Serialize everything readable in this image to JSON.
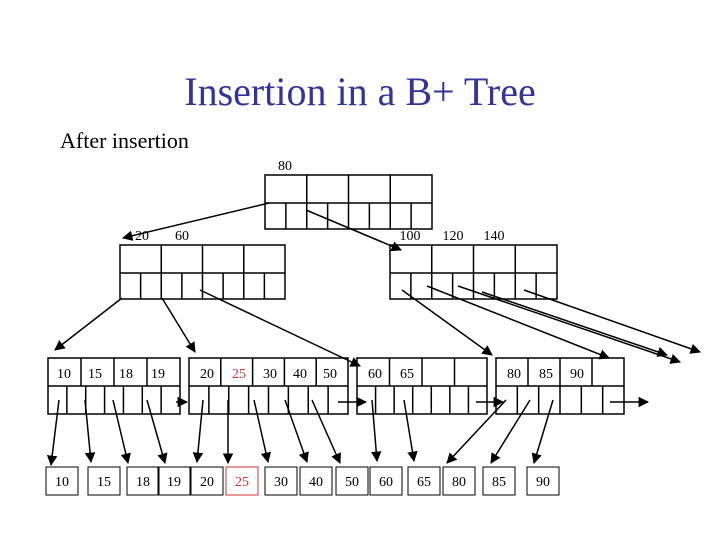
{
  "title": "Insertion in a B+ Tree",
  "subtitle": "After insertion",
  "colors": {
    "title": "#333399",
    "highlight": "#cc3333",
    "line": "#000000"
  },
  "tree": {
    "root": {
      "keys": [
        "80"
      ]
    },
    "internal": [
      {
        "keys": [
          "20",
          "60"
        ]
      },
      {
        "keys": [
          "100",
          "120",
          "140"
        ]
      }
    ],
    "leaf_index": [
      {
        "keys": [
          "10",
          "15",
          "18",
          "19"
        ]
      },
      {
        "keys": [
          "20",
          "25",
          "30",
          "40",
          "50"
        ]
      },
      {
        "keys": [
          "60",
          "65"
        ]
      },
      {
        "keys": [
          "80",
          "85",
          "90"
        ]
      }
    ],
    "records": [
      "10",
      "15",
      "18",
      "19",
      "20",
      "25",
      "30",
      "40",
      "50",
      "60",
      "65",
      "80",
      "85",
      "90"
    ],
    "inserted_key": "25"
  }
}
